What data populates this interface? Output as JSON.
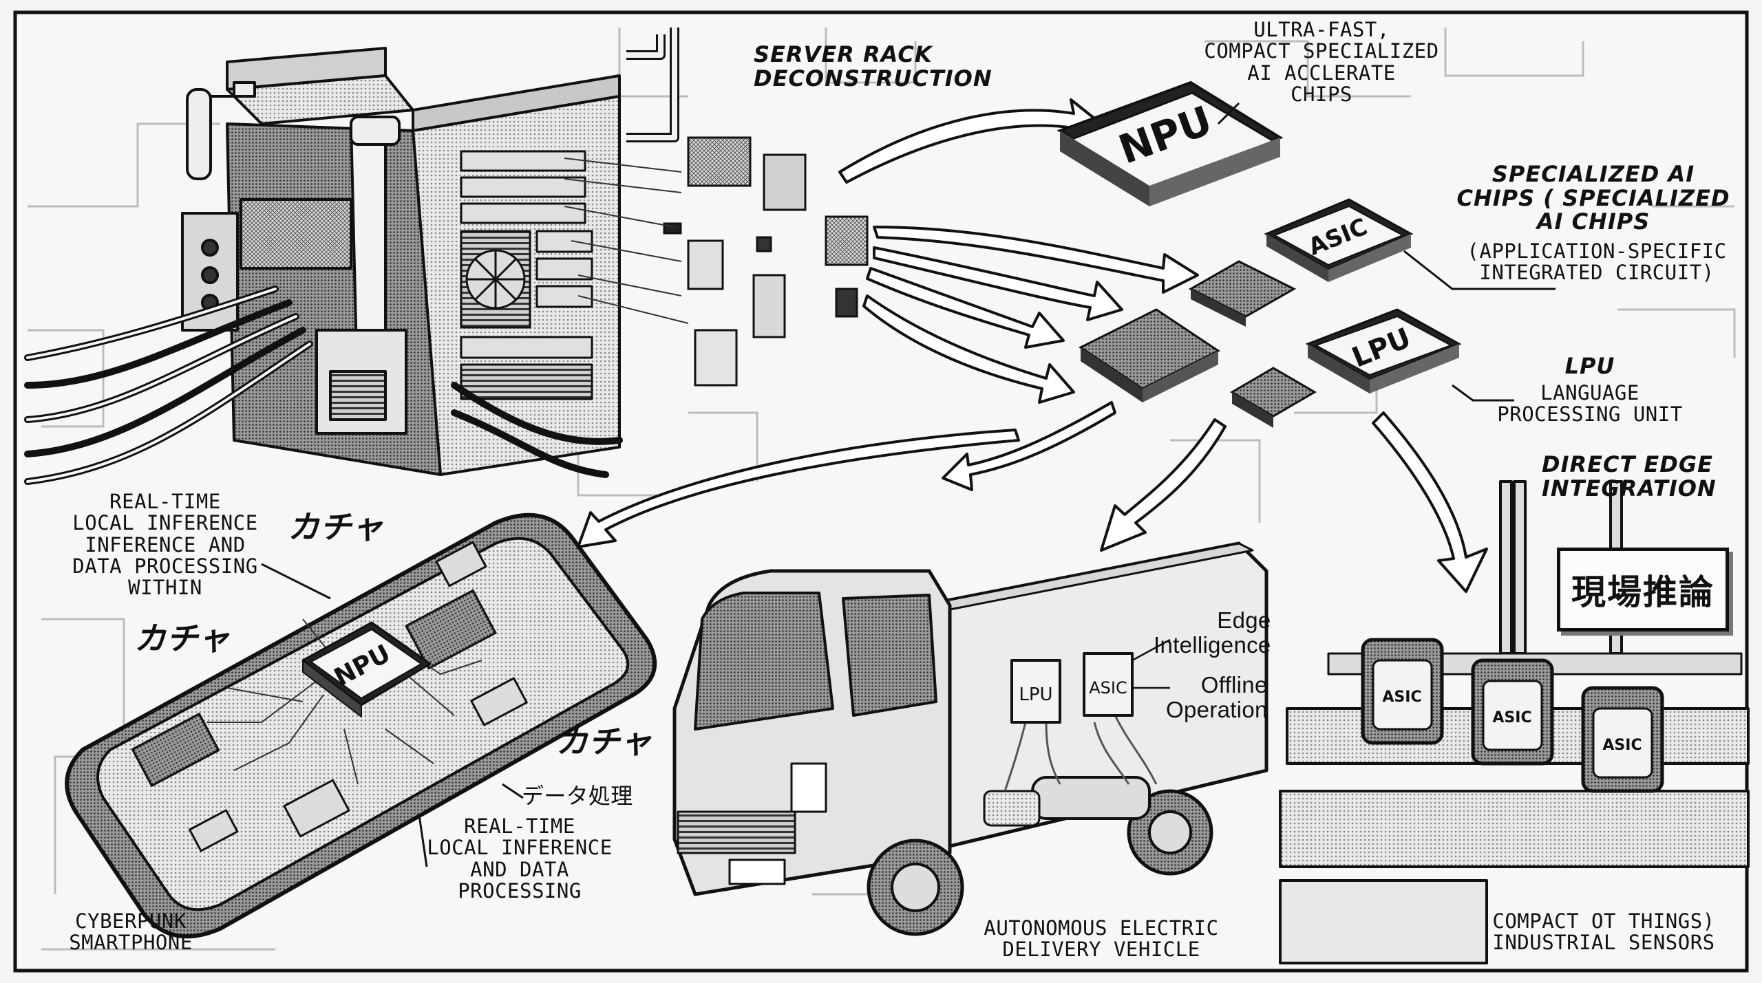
{
  "labels": {
    "server_rack": [
      "SERVER RACK",
      "DECONSTRUCTION"
    ],
    "ultra_fast": [
      "ULTRA-FAST,",
      "COMPACT SPECIALIZED",
      "AI ACCLERATE",
      "CHIPS"
    ],
    "specialized": [
      "SPECIALIZED AI",
      "CHIPS ( SPECIALIZED",
      "AI CHIPS"
    ],
    "asic_full": [
      "(APPLICATION-SPECIFIC",
      "INTEGRATED CIRCUIT)"
    ],
    "lpu_title": "LPU",
    "lpu_full": [
      "LANGUAGE",
      "PROCESSING UNIT"
    ],
    "direct_edge": [
      "DIRECT EDGE",
      "INTEGRATION"
    ],
    "realtime_top": [
      "REAL-TIME",
      "LOCAL INFERENCE",
      "INFERENCE AND",
      "DATA PROCESSING",
      "WITHIN"
    ],
    "realtime_bottom": [
      "REAL-TIME",
      "LOCAL INFERENCE",
      "AND DATA",
      "PROCESSING"
    ],
    "edge_intelligence": [
      "Edge",
      "Intelligence"
    ],
    "offline": [
      "Offline",
      "Operation"
    ],
    "data_processing_jp": "データ処理",
    "sfx": [
      "カチャ",
      "カチャ",
      "カチャ"
    ],
    "smartphone": [
      "CYBERPUNK",
      "SMARTPHONE"
    ],
    "vehicle": [
      "AUTONOMOUS ELECTRIC",
      "DELIVERY VEHICLE"
    ],
    "sensors": [
      "COMPACT OT THINGS)",
      "INDUSTRIAL SENSORS"
    ],
    "sign": "現場推論"
  },
  "chips": {
    "npu_big": "NPU",
    "asic_top": "ASIC",
    "lpu_right": "LPU",
    "npu_phone": "NPU",
    "truck_lpu": "LPU",
    "truck_asic": "ASIC",
    "sensor_asic": [
      "ASIC",
      "ASIC",
      "ASIC"
    ]
  }
}
